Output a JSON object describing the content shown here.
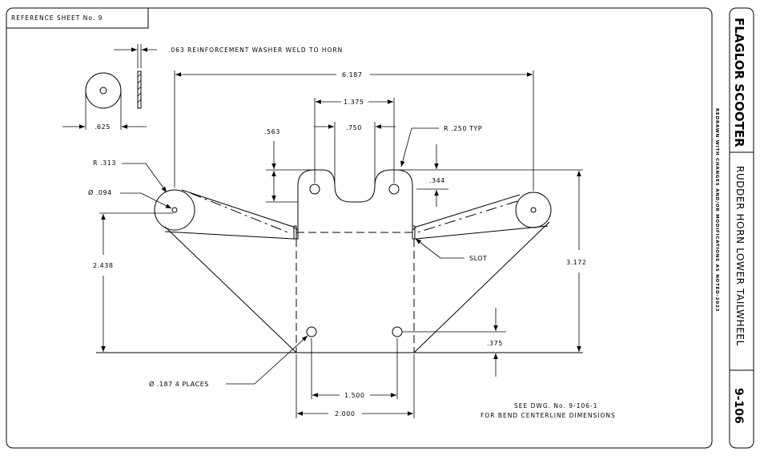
{
  "reference": "REFERENCE SHEET No. 9",
  "washer_note": ".063 REINFORCEMENT WASHER WELD TO HORN",
  "dims": {
    "washer_dia": ".625",
    "overall_width": "6.187",
    "tab_spacing": "1.375",
    "tab_gap": ".750",
    "tab_height": ".563",
    "radius_tab": "R .250 TYP",
    "tab_offset": ".344",
    "radius_end": "R .313",
    "hole_end": "Ø .094",
    "height_left": "2.438",
    "height_right": "3.172",
    "hole_offset": ".375",
    "holes_note": "Ø .187 4 PLACES",
    "hole_spacing": "1.500",
    "base_width": "2.000"
  },
  "slot_label": "SLOT",
  "notes": [
    "SEE DWG. No. 9-106-1",
    "FOR BEND CENTERLINE DIMENSIONS"
  ],
  "title_block": {
    "title": "FLAGLOR SCOOTER",
    "revision": "REDRAWN WITH CHANGES AND/OR MODIFICATIONS AS NOTED-2023",
    "part_name": "RUDDER HORN LOWER TAILWHEEL",
    "drawing_no": "9-106"
  }
}
